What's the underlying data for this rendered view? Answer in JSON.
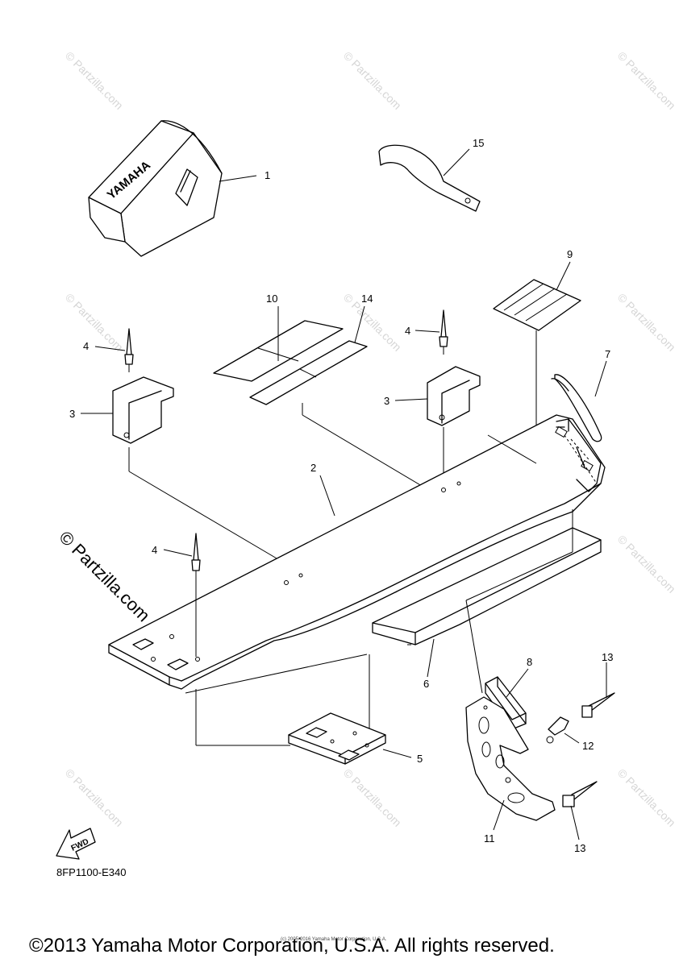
{
  "diagram": {
    "code": "8FP1100-E340",
    "copyright": "©2013 Yamaha Motor Corporation, U.S.A. All rights reserved.",
    "small_copyright": "(c) 2005-2016 Yamaha Motor Corporation, U.S.A.",
    "watermark": "© Partzilla.com",
    "bag_text": "YAMAHA",
    "fwd_text": "FWD",
    "callouts": {
      "c1": "1",
      "c2": "2",
      "c3a": "3",
      "c3b": "3",
      "c4a": "4",
      "c4b": "4",
      "c4c": "4",
      "c5": "5",
      "c6": "6",
      "c7": "7",
      "c8": "8",
      "c9": "9",
      "c10": "10",
      "c11": "11",
      "c12": "12",
      "c13a": "13",
      "c13b": "13",
      "c14": "14",
      "c15": "15"
    }
  }
}
